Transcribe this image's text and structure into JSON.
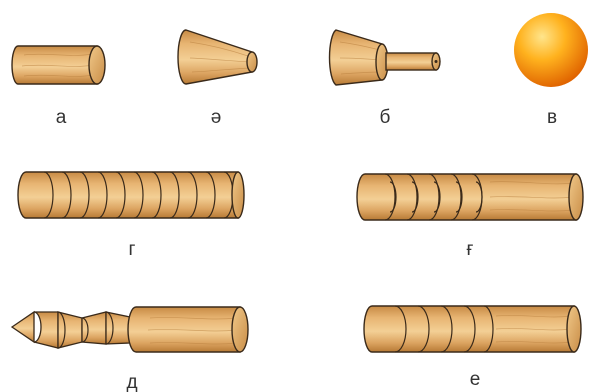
{
  "figure": {
    "labels": {
      "a": "а",
      "ae": "ә",
      "b": "б",
      "v": "в",
      "g": "г",
      "gh": "ғ",
      "d": "д",
      "e": "е"
    }
  },
  "colors": {
    "wood_light": "#f2c88a",
    "wood_mid": "#d9a35c",
    "wood_dark": "#b77a35",
    "outline": "#3a2a1a",
    "ball_light": "#ffe38a",
    "ball_dark": "#e86a00",
    "label": "#333333"
  }
}
